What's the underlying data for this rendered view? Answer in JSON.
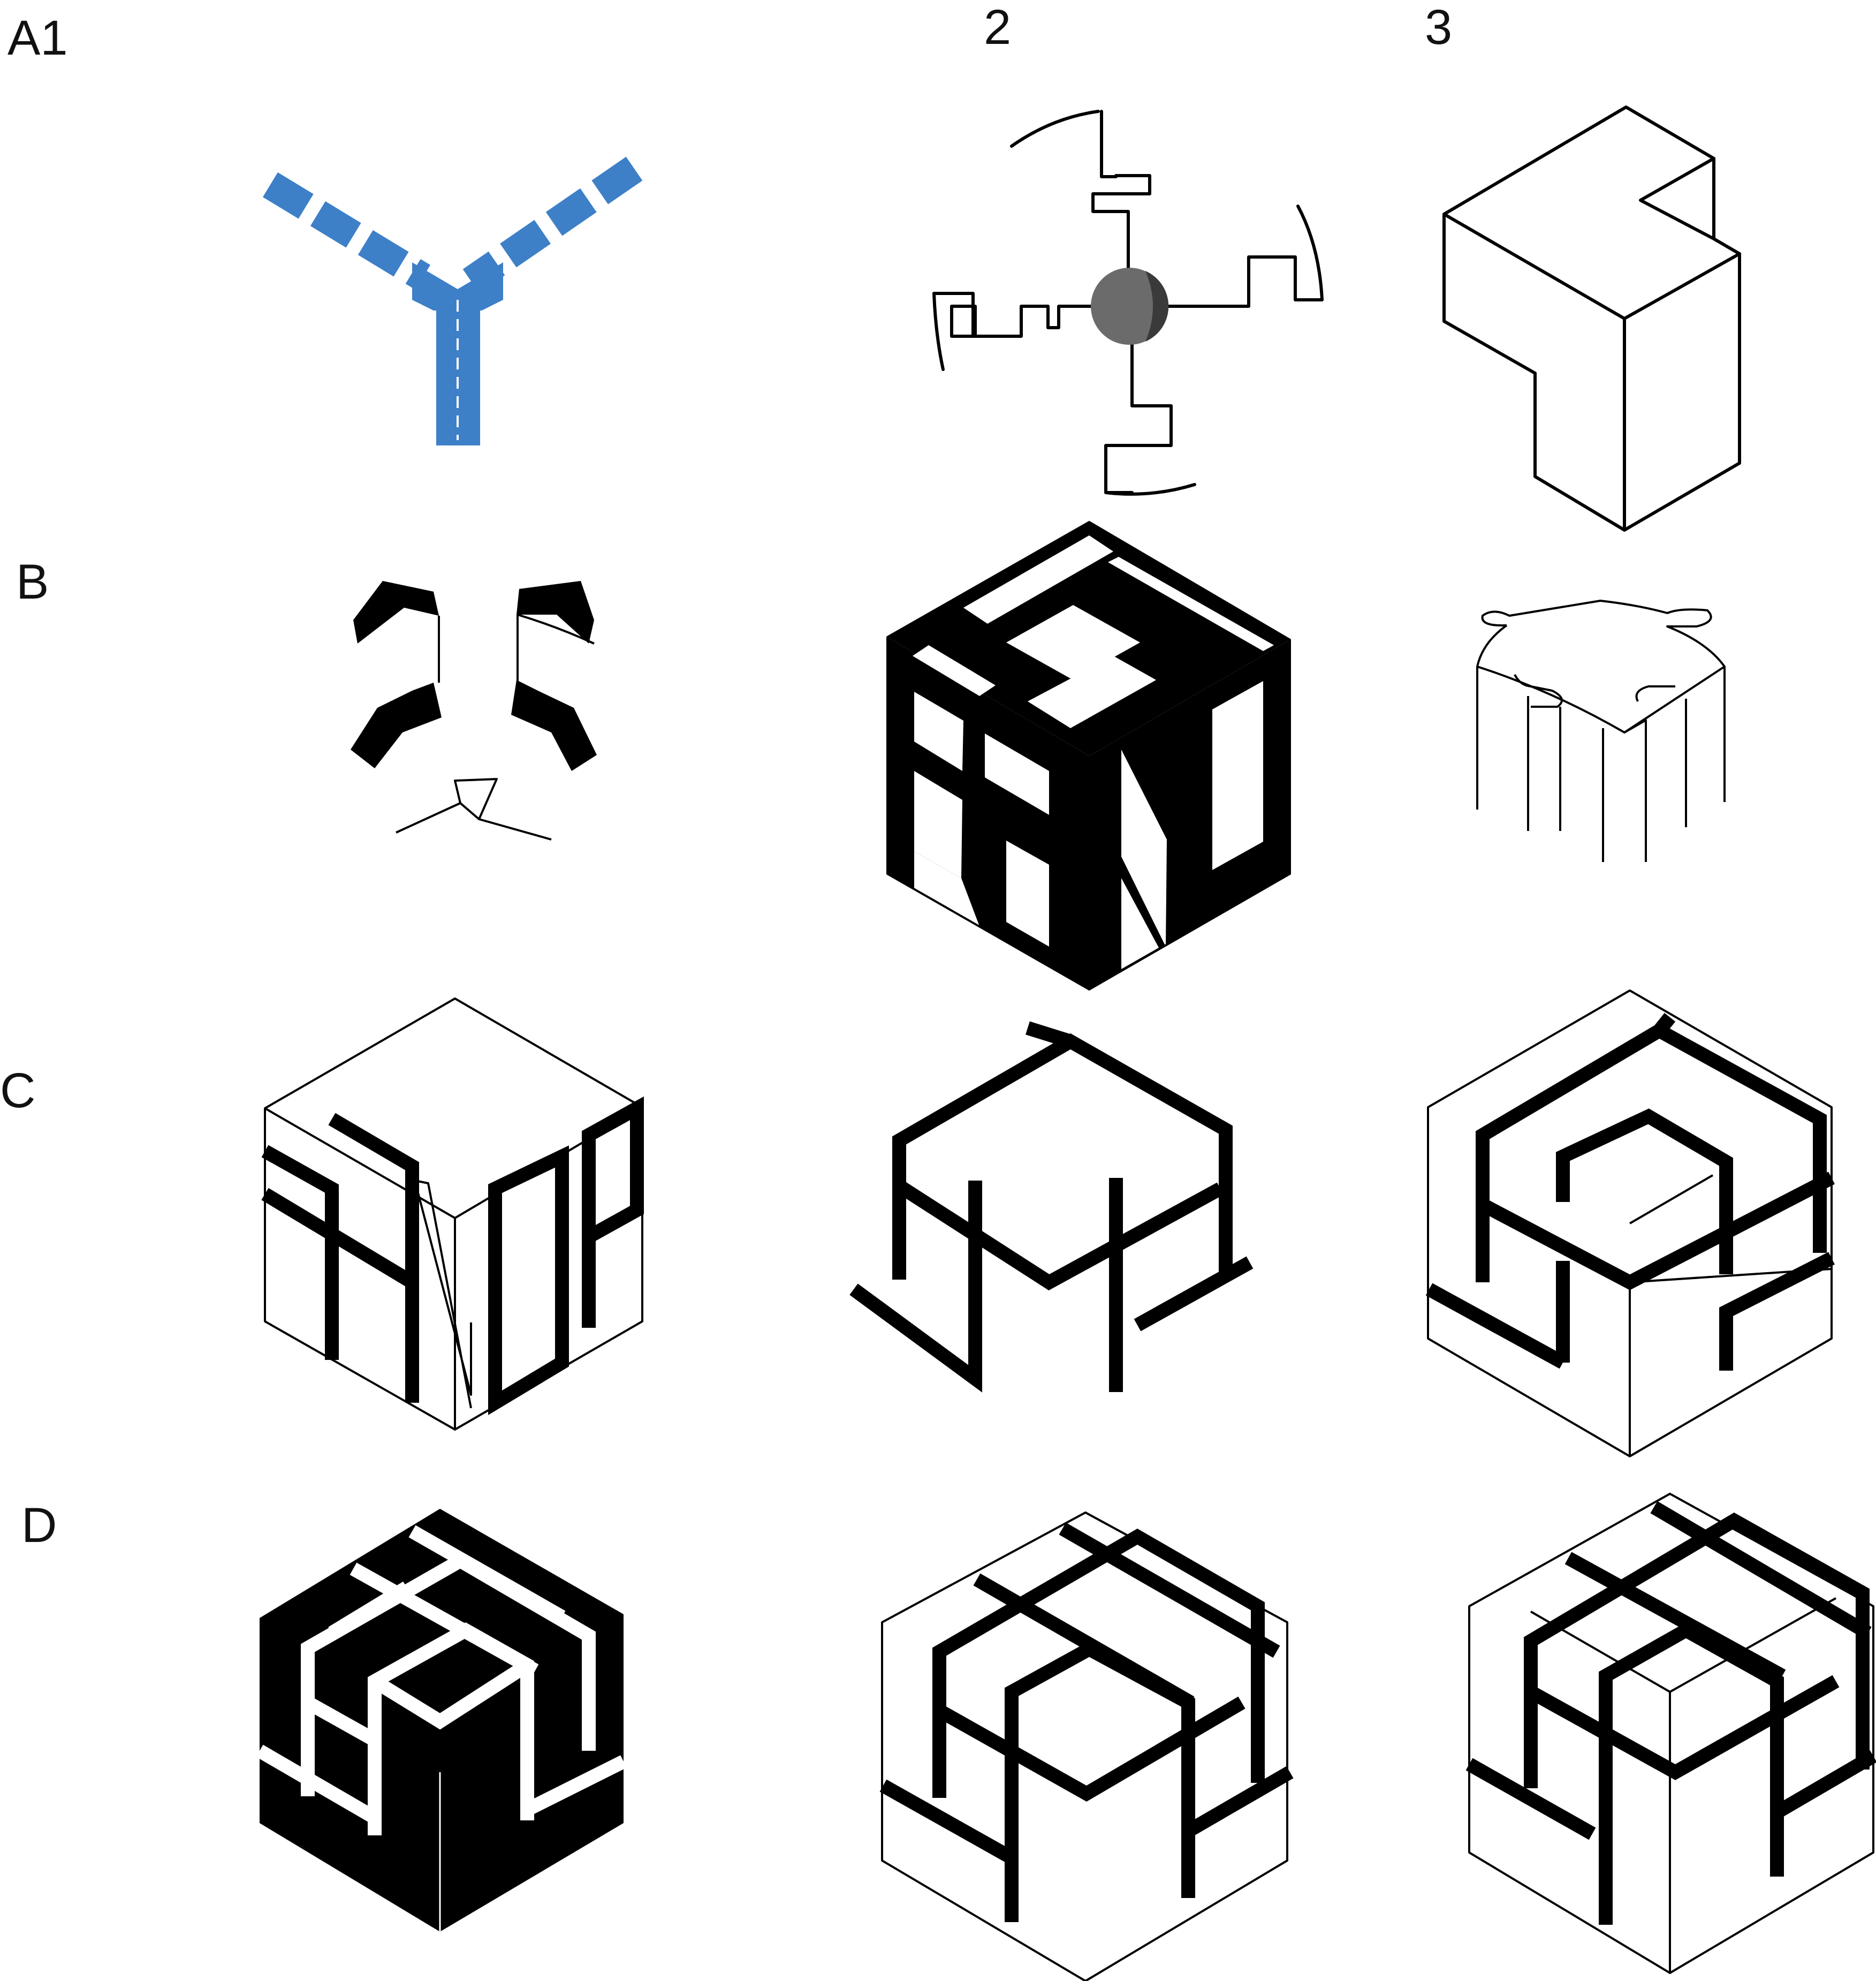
{
  "labels": {
    "a1": "A1",
    "a2": "2",
    "a3": "3",
    "b": "B",
    "c": "C",
    "d": "D"
  },
  "colors": {
    "ink": "#000000",
    "y_shape": "#3d80c8",
    "sphere": "#6b6b6b",
    "sphere_shadow": "#3a3a3a"
  },
  "icons": {
    "a1": "dashed-y-junction-icon",
    "a2": "stepped-pinwheel-sphere-icon",
    "a3": "isometric-l-block-icon",
    "b1": "panda-face-icon",
    "b2": "panda-letter-cube-icon",
    "b3": "bear-head-columns-icon",
    "c1": "wireframe-cube-letters-icon",
    "c2": "open-bar-frame-icon",
    "c3": "nested-bar-cube-icon",
    "d1": "solid-black-cube-white-bars-icon",
    "d2": "white-cube-black-grid-icon",
    "d3": "framed-cube-black-grid-icon"
  }
}
